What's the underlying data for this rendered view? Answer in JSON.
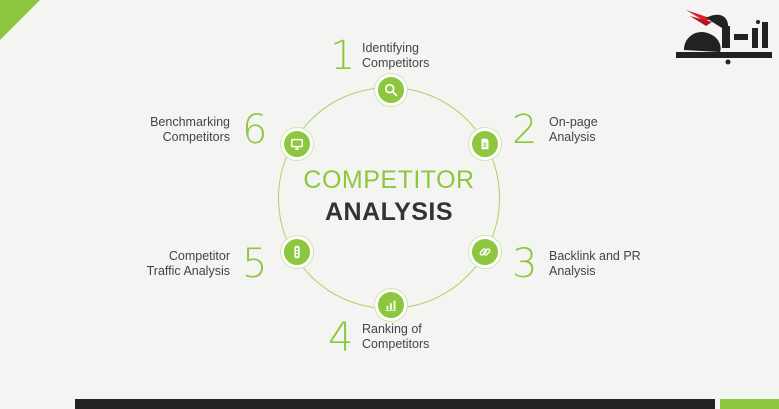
{
  "title": {
    "line1": "COMPETITOR",
    "line2": "ANALYSIS"
  },
  "steps": [
    {
      "number": "1",
      "line1": "Identifying",
      "line2": "Competitors",
      "icon": "search-icon"
    },
    {
      "number": "2",
      "line1": "On-page",
      "line2": "Analysis",
      "icon": "document-icon"
    },
    {
      "number": "3",
      "line1": "Backlink and PR",
      "line2": "Analysis",
      "icon": "link-icon"
    },
    {
      "number": "4",
      "line1": "Ranking of",
      "line2": "Competitors",
      "icon": "bar-chart-icon"
    },
    {
      "number": "5",
      "line1": "Competitor",
      "line2": "Traffic Analysis",
      "icon": "traffic-light-icon"
    },
    {
      "number": "6",
      "line1": "Benchmarking",
      "line2": "Competitors",
      "icon": "monitor-icon"
    }
  ],
  "colors": {
    "accent": "#8dc63f",
    "text": "#444444",
    "dark": "#222222",
    "logo_red": "#d81e2a"
  }
}
